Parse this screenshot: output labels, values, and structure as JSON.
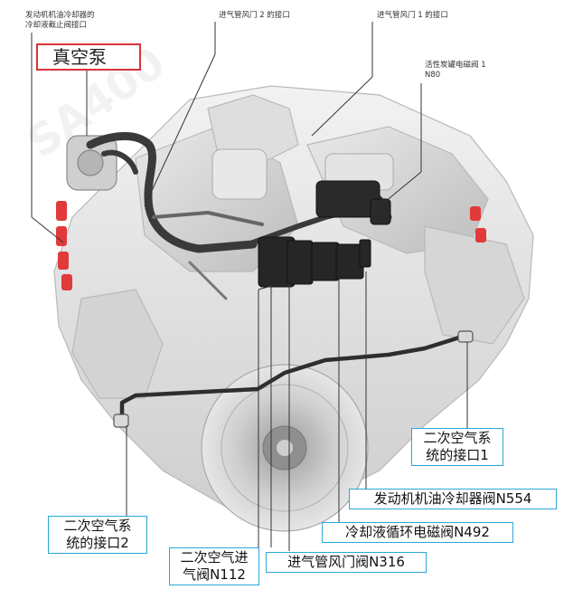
{
  "watermark": "SA400",
  "top_labels": {
    "oil_cooler_shutoff_line1": "发动机机油冷却器的",
    "oil_cooler_shutoff_line2": "冷却液截止阀接口",
    "intake_flap_2": "进气管风门 2 的接口",
    "intake_flap_1": "进气管风门 1 的接口",
    "carbon_canister_line1": "活性炭罐电磁阀 1",
    "carbon_canister_line2": "N80"
  },
  "vacuum_pump": "真空泵",
  "callouts": {
    "secondary_air_port_1_line1": "二次空气系",
    "secondary_air_port_1_line2": "统的接口1",
    "oil_cooler_valve": "发动机机油冷却器阀N554",
    "coolant_circulation_valve": "冷却液循环电磁阀N492",
    "secondary_air_port_2_line1": "二次空气系",
    "secondary_air_port_2_line2": "统的接口2",
    "secondary_air_inlet_valve_line1": "二次空气进",
    "secondary_air_inlet_valve_line2": "气阀N112",
    "intake_flap_valve": "进气管风门阀N316"
  },
  "colors": {
    "callout_border": "#2aa7d8",
    "vacuum_pump_border": "#d9343b",
    "engine_red_accent": "#e03a3a",
    "hose_dark": "#3a3a3a",
    "valve_dark": "#262626"
  }
}
